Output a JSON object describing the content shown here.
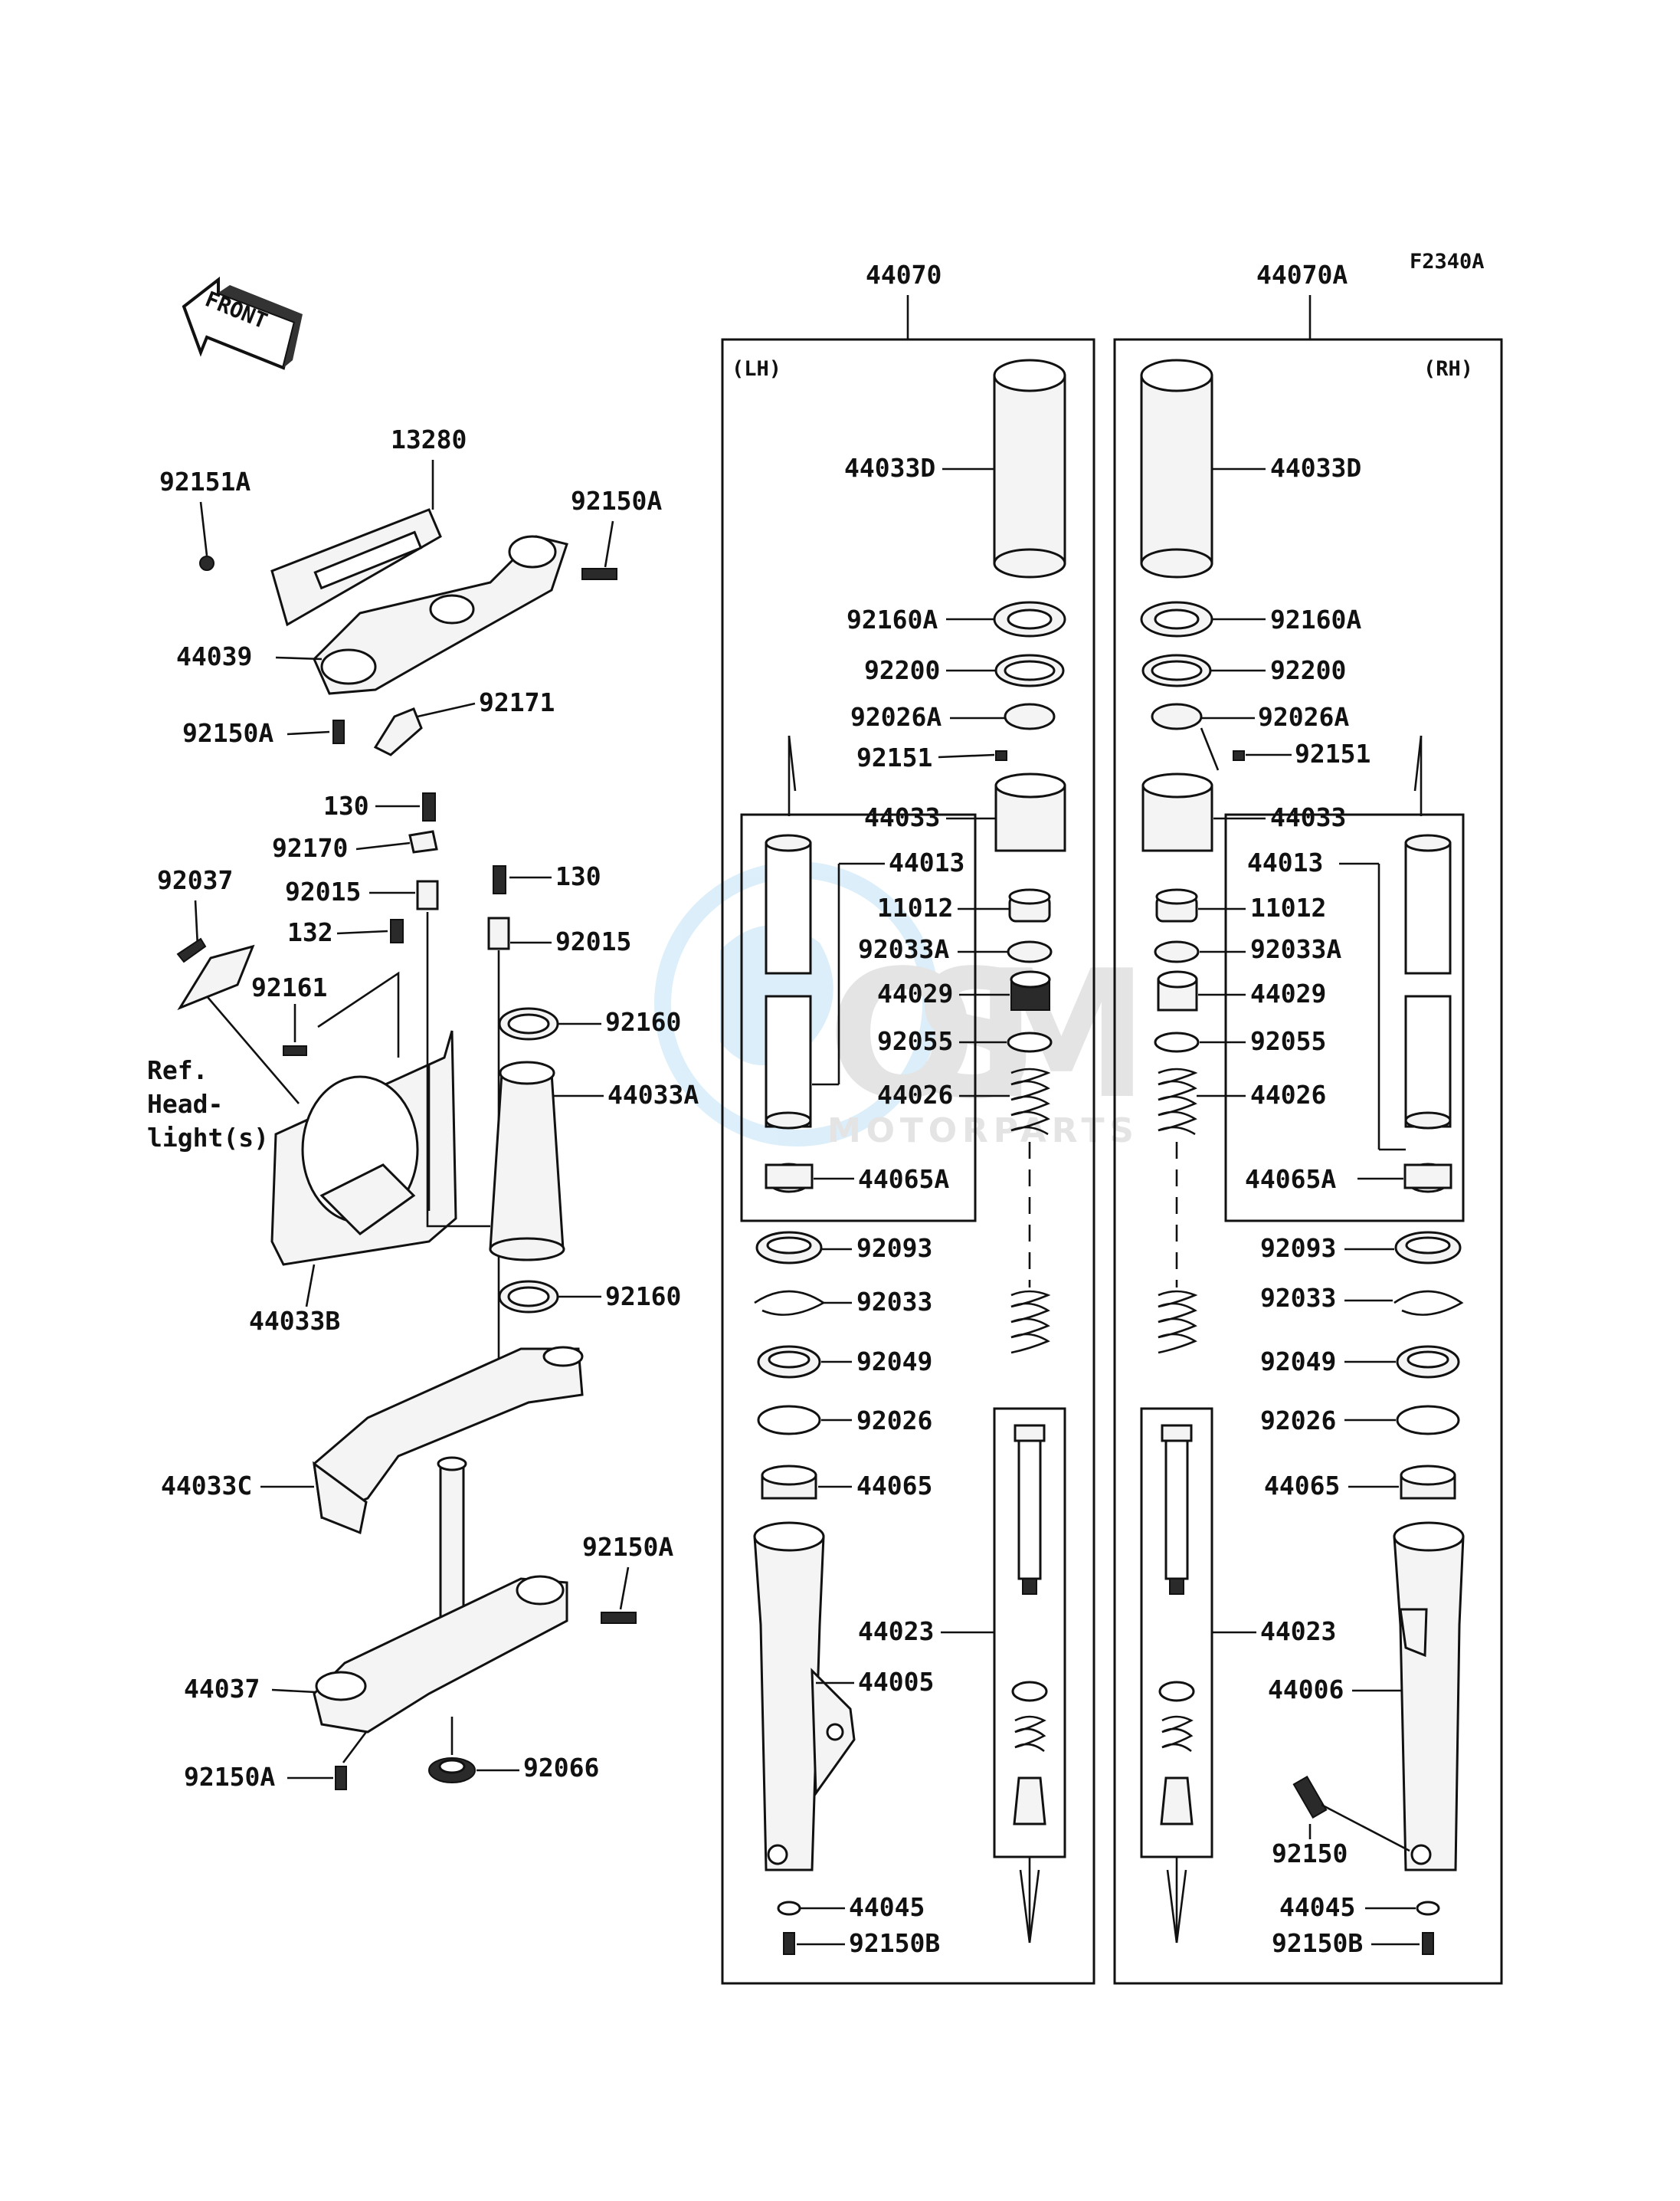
{
  "diagram_code": "F2340A",
  "front_label": "FRONT",
  "side_left": "(LH)",
  "side_right": "(RH)",
  "ref_note": [
    "Ref.",
    "Head-",
    "light(s)"
  ],
  "watermark": {
    "brand": "OSM",
    "sub": "MOTORPARTS",
    "color": "#5fb5e8"
  },
  "labels": {
    "p44070": "44070",
    "p44070A": "44070A",
    "p92151A": "92151A",
    "p13280": "13280",
    "p92150A_top": "92150A",
    "p44039": "44039",
    "p92171": "92171",
    "p92150A_lt": "92150A",
    "p130_a": "130",
    "p92170": "92170",
    "p92037": "92037",
    "p92015_a": "92015",
    "p130_b": "130",
    "p132": "132",
    "p92015_b": "92015",
    "p92161": "92161",
    "p92160_top": "92160",
    "p44033A": "44033A",
    "p44033B": "44033B",
    "p92160_bot": "92160",
    "p44033C": "44033C",
    "p92150A_br": "92150A",
    "p44037": "44037",
    "p92150A_bl": "92150A",
    "p92066": "92066",
    "L_44033D": "44033D",
    "L_92160A": "92160A",
    "L_92200": "92200",
    "L_92026A": "92026A",
    "L_92151": "92151",
    "L_44033": "44033",
    "L_44013": "44013",
    "L_11012": "11012",
    "L_92033A": "92033A",
    "L_44029": "44029",
    "L_92055": "92055",
    "L_44026": "44026",
    "L_44065A": "44065A",
    "L_92093": "92093",
    "L_92033": "92033",
    "L_92049": "92049",
    "L_92026": "92026",
    "L_44065": "44065",
    "L_44023": "44023",
    "L_44005": "44005",
    "L_44045": "44045",
    "L_92150B": "92150B",
    "R_44033D": "44033D",
    "R_92160A": "92160A",
    "R_92200": "92200",
    "R_92026A": "92026A",
    "R_92151": "92151",
    "R_44033": "44033",
    "R_44013": "44013",
    "R_11012": "11012",
    "R_92033A": "92033A",
    "R_44029": "44029",
    "R_92055": "92055",
    "R_44026": "44026",
    "R_44065A": "44065A",
    "R_92093": "92093",
    "R_92033": "92033",
    "R_92049": "92049",
    "R_92026": "92026",
    "R_44065": "44065",
    "R_44023": "44023",
    "R_44006": "44006",
    "R_92150": "92150",
    "R_44045": "44045",
    "R_92150B": "92150B"
  }
}
